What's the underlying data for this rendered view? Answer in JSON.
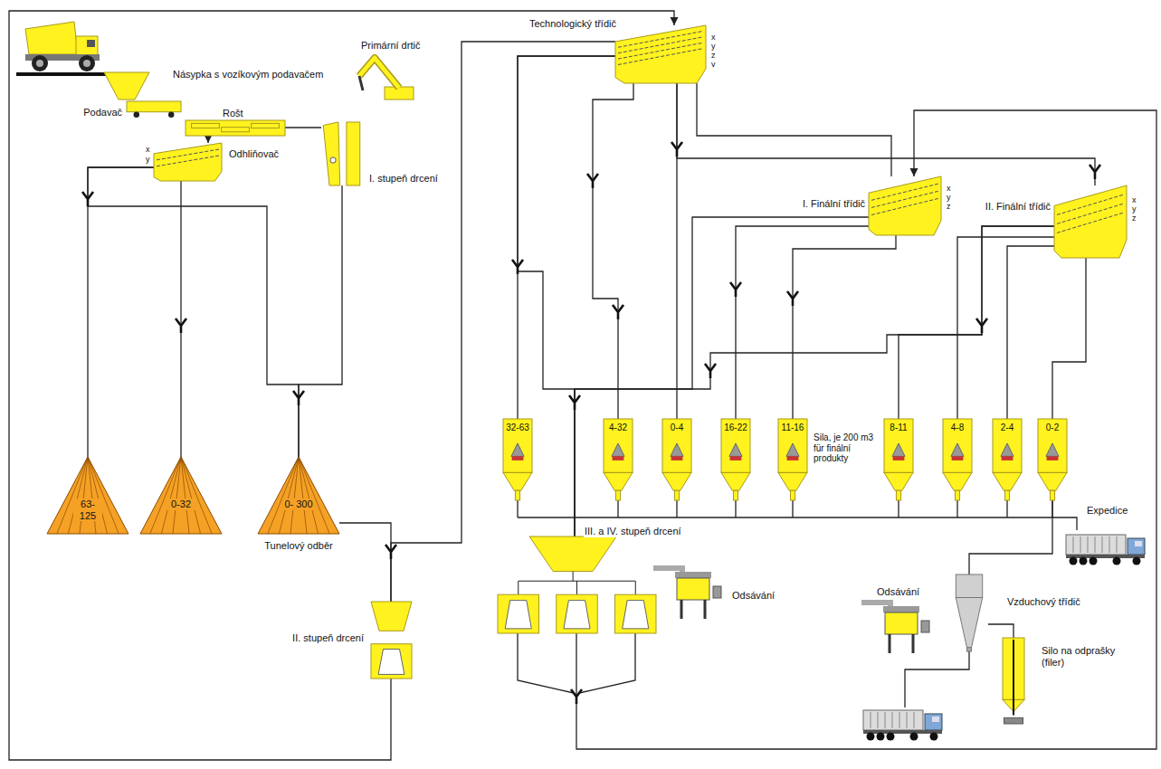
{
  "diagram": {
    "nodes": [
      {
        "text": [
          "Násypka s vozíkovým podavačem"
        ]
      },
      {
        "text": [
          "Podavač"
        ]
      },
      {
        "text": [
          "Rošt"
        ]
      },
      {
        "text": [
          "Odhliňovač"
        ]
      },
      {
        "text": [
          "I. stupeň drcení"
        ]
      },
      {
        "text": [
          "Technologický třídič"
        ]
      },
      {
        "text": [
          "I. Finální třídič"
        ]
      },
      {
        "text": [
          "II. Finální třídič"
        ]
      },
      {
        "text": [
          "63- 125"
        ]
      },
      {
        "text": [
          "0-32"
        ]
      },
      {
        "text": [
          "0- 300",
          "Tunelový odběr"
        ]
      },
      {
        "text": [
          "32-63"
        ]
      },
      {
        "text": [
          "4-32"
        ]
      },
      {
        "text": [
          "0-4"
        ]
      },
      {
        "text": [
          "16-22"
        ]
      },
      {
        "text": [
          "11-16"
        ]
      },
      {
        "text": [
          "8-11"
        ]
      },
      {
        "text": [
          "4-8"
        ]
      },
      {
        "text": [
          "2-4"
        ]
      },
      {
        "text": [
          "0-2"
        ]
      },
      {
        "text": [
          "II. stupeň drcení"
        ]
      },
      {
        "text": [
          "III. a IV. stupeň drcení"
        ]
      },
      {
        "text": [
          "Vzduchový třídič"
        ]
      },
      {
        "text": [
          "Silo na odprašky (filer)"
        ]
      }
    ],
    "edges": [
      {
        "from": 2,
        "to": 3,
        "arrow": "to"
      },
      {
        "from": 2,
        "to": 4,
        "arrow": "none"
      },
      {
        "from": 3,
        "to": 8,
        "arrow": "none"
      },
      {
        "from": 3,
        "to": 9,
        "arrow": "none"
      },
      {
        "from": 3,
        "to": 10,
        "arrow": "none"
      },
      {
        "from": 4,
        "to": 10,
        "arrow": "none"
      },
      {
        "from": 10,
        "to": 20,
        "arrow": "none"
      },
      {
        "from": 20,
        "to": 5,
        "arrow": "to"
      },
      {
        "from": 5,
        "to": 20,
        "arrow": "none"
      },
      {
        "from": 5,
        "to": 11,
        "arrow": "none"
      },
      {
        "from": 5,
        "to": 21,
        "arrow": "none"
      },
      {
        "from": 5,
        "to": 12,
        "arrow": "none"
      },
      {
        "from": 5,
        "to": 13,
        "arrow": "none"
      },
      {
        "from": 5,
        "to": 7,
        "arrow": "none"
      },
      {
        "from": 5,
        "to": 6,
        "arrow": "none"
      },
      {
        "from": 21,
        "to": 6,
        "arrow": "to"
      },
      {
        "from": 6,
        "to": 14,
        "arrow": "none"
      },
      {
        "from": 6,
        "to": 15,
        "arrow": "none"
      },
      {
        "from": 6,
        "to": 21,
        "arrow": "none"
      },
      {
        "from": 7,
        "to": 16,
        "arrow": "none"
      },
      {
        "from": 7,
        "to": 17,
        "arrow": "none"
      },
      {
        "from": 7,
        "to": 18,
        "arrow": "none"
      },
      {
        "from": 7,
        "to": 19,
        "arrow": "none"
      },
      {
        "from": 7,
        "to": 21,
        "arrow": "none"
      },
      {
        "from": 19,
        "to": 22,
        "arrow": "none"
      },
      {
        "from": 22,
        "to": 23,
        "arrow": "none"
      }
    ],
    "labels": [
      "Primární drtič",
      "x",
      "y",
      "x",
      "y",
      "z",
      "v",
      "x",
      "y",
      "z",
      "x",
      "y",
      "z",
      "Sila, je 200 m3 für finální produkty",
      "Odsávání",
      "Odsávání",
      "Expedice"
    ]
  }
}
